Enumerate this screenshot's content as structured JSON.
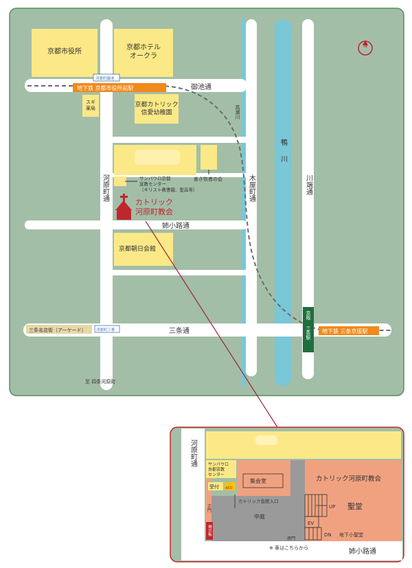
{
  "compass": "N",
  "main_map": {
    "buildings": {
      "city_hall": "京都市役所",
      "hotel_okura": "京都ホテル\nオークラ",
      "kindergarten": "京都カトリック\n信愛幼稚園",
      "sugi_pharmacy": "スギ\n薬局",
      "st_paul_center": "サンパウロ京都\n宣教センター\n（キリスト教書籍、聖品等）",
      "good_shepherd": "善き牧者の会",
      "asahi_hall": "京都朝日会館"
    },
    "church": {
      "line1": "カトリック",
      "line2": "河原町教会"
    },
    "streets": {
      "oike": "御池通",
      "anekoji": "姉小路通",
      "sanjo": "三条通",
      "kawaramachi": "河原町通",
      "kiyamachi": "木屋町通",
      "kawabata": "川端通",
      "takase": "高瀬川",
      "kamo": "鴨川",
      "to_shijo": "至 四条河原町",
      "arcade": "三条名店街（アーケード）"
    },
    "stations": {
      "city_hall_station": "地下鉄 京都市役所前駅",
      "sanjo_keihan_station": "地下鉄 三条京阪駅",
      "keihan_sanjo": "京阪 三条駅"
    },
    "bus_stops": {
      "oike_stop": "河原町御池",
      "sanjo_stop": "河原町三条"
    }
  },
  "inset": {
    "street_kawaramachi": "河原町通",
    "street_anekoji": "姉小路通",
    "center": "サンパウロ\n京都宣教\nセンター",
    "reception": "受付",
    "aed": "AED",
    "assembly_hall": "集会室",
    "hall_entrance": "カトリック会館入口",
    "courtyard": "中庭",
    "main_gate": "正門",
    "notice_board": "掲示板",
    "south_gate": "南門",
    "church_name": "カトリック河原町教会",
    "sanctuary": "聖堂",
    "up": "UP",
    "down": "DN",
    "basement": "地下小聖堂",
    "ev": "EV",
    "car_note": "※ 車はこちらから"
  },
  "colors": {
    "map_bg": "#a3bea7",
    "road": "#ffffff",
    "building": "#fbe987",
    "church_red": "#c0272d",
    "river": "#79c7d7",
    "station_orange": "#f08a1c",
    "inset_salmon": "#f0a280",
    "inset_gray": "#9a9a9a"
  }
}
